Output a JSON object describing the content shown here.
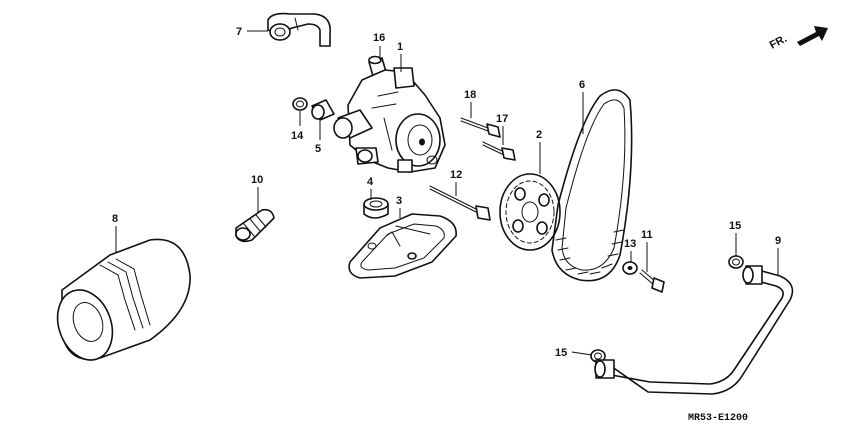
{
  "callouts": {
    "c1": "1",
    "c2": "2",
    "c3": "3",
    "c4": "4",
    "c5": "5",
    "c6": "6",
    "c7": "7",
    "c8": "8",
    "c9": "9",
    "c10": "10",
    "c11": "11",
    "c12": "12",
    "c13": "13",
    "c14": "14",
    "c15a": "15",
    "c15b": "15",
    "c16": "16",
    "c17": "17",
    "c18": "18"
  },
  "direction_label": "FR.",
  "diagram_code": "MR53-E1200",
  "icons": {
    "direction": "arrow-right-icon"
  },
  "colors": {
    "ink": "#111111",
    "paper": "#ffffff"
  }
}
